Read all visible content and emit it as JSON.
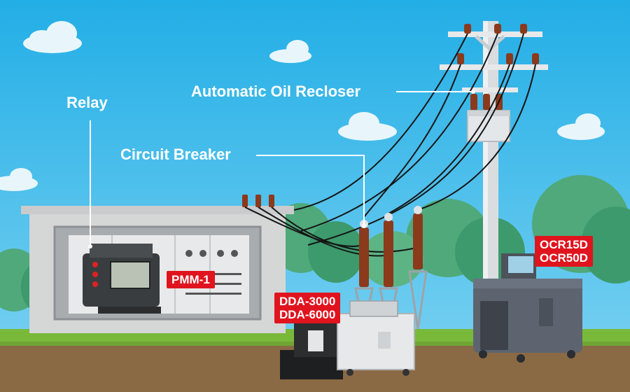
{
  "labels": {
    "relay": "Relay",
    "recloser": "Automatic Oil Recloser",
    "breaker": "Circuit Breaker"
  },
  "tags": {
    "pmm": "PMM-1",
    "dda_line1": "DDA-3000",
    "dda_line2": "DDA-6000",
    "ocr_line1": "OCR15D",
    "ocr_line2": "OCR50D"
  },
  "colors": {
    "sky": "#2db4e8",
    "ground": "#8a6a44",
    "grass": "#79b93a",
    "tag_red": "#e0141e",
    "insulator": "#8b3a1c"
  }
}
